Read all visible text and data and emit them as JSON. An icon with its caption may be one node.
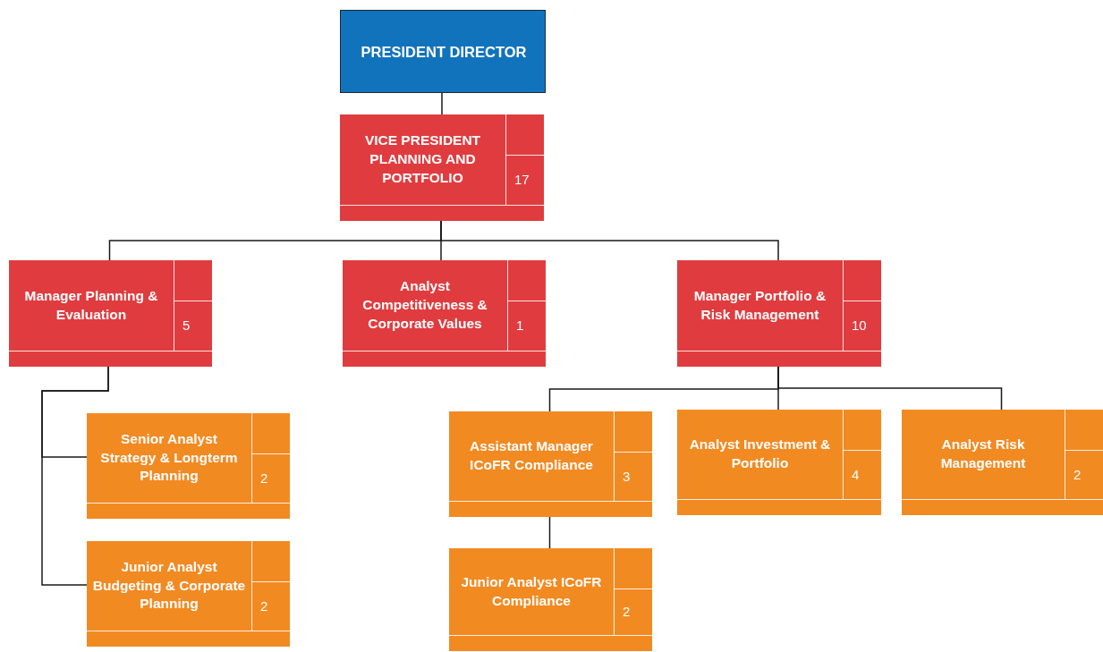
{
  "diagram": {
    "nodes": [
      {
        "text": [
          "PRESIDENT DIRECTOR"
        ]
      },
      {
        "text": [
          "VICE PRESIDENT PLANNING AND PORTFOLIO",
          "17"
        ]
      },
      {
        "text": [
          "Manager Planning & Evaluation",
          "5"
        ]
      },
      {
        "text": [
          "Analyst Competitiveness & Corporate Values",
          "1"
        ]
      },
      {
        "text": [
          "Manager Portfolio & Risk Management",
          "10"
        ]
      },
      {
        "text": [
          "Senior Analyst Strategy & Longterm Planning",
          "2"
        ]
      },
      {
        "text": [
          "Junior Analyst Budgeting & Corporate Planning",
          "2"
        ]
      },
      {
        "text": [
          "Assistant Manager ICoFR Compliance",
          "3"
        ]
      },
      {
        "text": [
          "Analyst Investment & Portfolio",
          "4"
        ]
      },
      {
        "text": [
          "Analyst Risk Management",
          "2"
        ]
      },
      {
        "text": [
          "Junior Analyst ICoFR Compliance",
          "2"
        ]
      }
    ],
    "edges": [
      {
        "from": 0,
        "to": 1,
        "arrow": "none"
      },
      {
        "from": 1,
        "to": 2,
        "arrow": "none"
      },
      {
        "from": 1,
        "to": 3,
        "arrow": "none"
      },
      {
        "from": 1,
        "to": 4,
        "arrow": "none"
      },
      {
        "from": 2,
        "to": 5,
        "arrow": "none"
      },
      {
        "from": 2,
        "to": 6,
        "arrow": "none"
      },
      {
        "from": 4,
        "to": 7,
        "arrow": "none"
      },
      {
        "from": 4,
        "to": 8,
        "arrow": "none"
      },
      {
        "from": 4,
        "to": 9,
        "arrow": "none"
      },
      {
        "from": 7,
        "to": 10,
        "arrow": "none"
      }
    ]
  }
}
